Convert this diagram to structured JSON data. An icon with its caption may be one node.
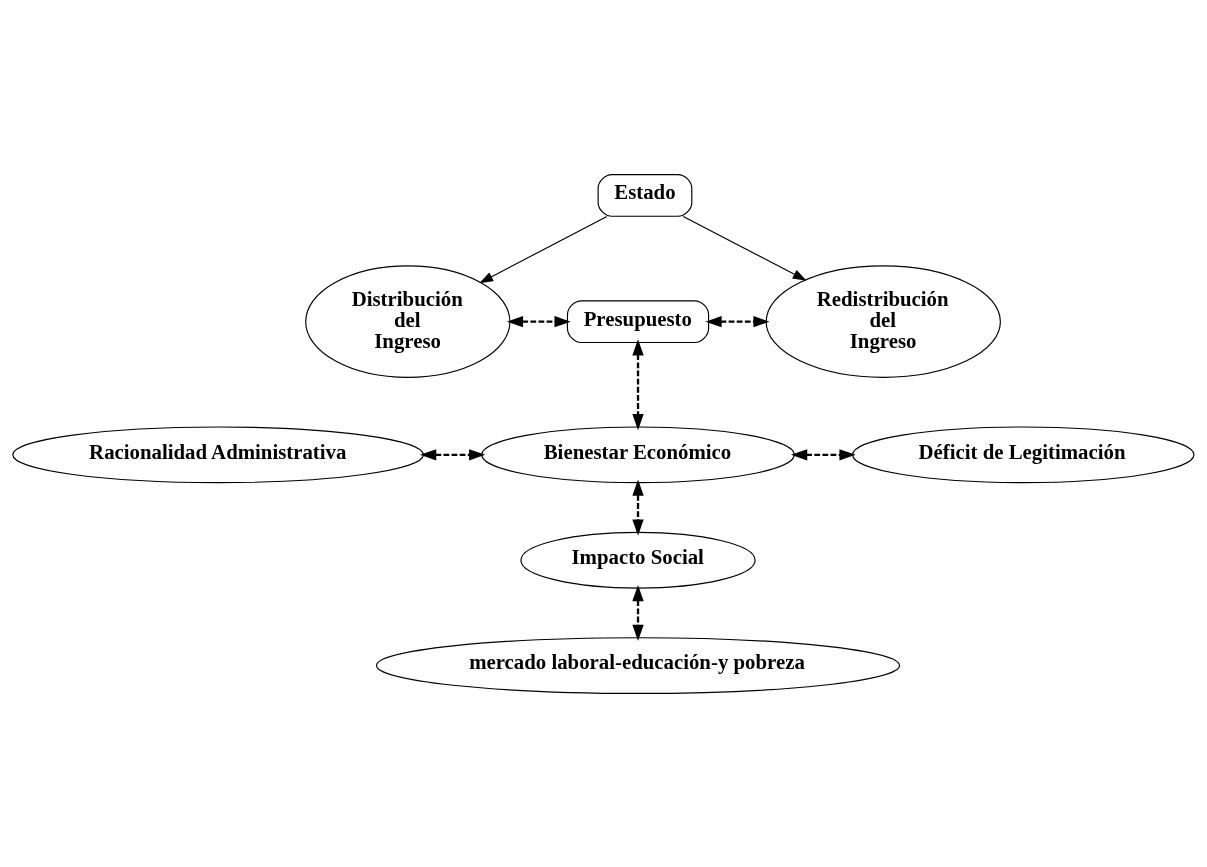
{
  "diagram": {
    "nodes": [
      {
        "text": [
          "Estado"
        ]
      },
      {
        "text": [
          "Distribución del Ingreso"
        ]
      },
      {
        "text": [
          "Presupuesto"
        ]
      },
      {
        "text": [
          "Redistribución del Ingreso"
        ]
      },
      {
        "text": [
          "Racionalidad Administrativa"
        ]
      },
      {
        "text": [
          "Bienestar Económico"
        ]
      },
      {
        "text": [
          "Déficit de Legitimación"
        ]
      },
      {
        "text": [
          "Impacto Social"
        ]
      },
      {
        "text": [
          "mercado laboral-educación-y pobreza"
        ]
      }
    ],
    "edges": [
      {
        "from": 0,
        "to": 1,
        "arrow": "to"
      },
      {
        "from": 0,
        "to": 3,
        "arrow": "to"
      },
      {
        "from": 1,
        "to": 2,
        "arrow": "both",
        "style": "dashed"
      },
      {
        "from": 2,
        "to": 3,
        "arrow": "both",
        "style": "dashed"
      },
      {
        "from": 2,
        "to": 5,
        "arrow": "both",
        "style": "dashed"
      },
      {
        "from": 4,
        "to": 5,
        "arrow": "both",
        "style": "dashed"
      },
      {
        "from": 5,
        "to": 6,
        "arrow": "both",
        "style": "dashed"
      },
      {
        "from": 5,
        "to": 7,
        "arrow": "both",
        "style": "dashed"
      },
      {
        "from": 7,
        "to": 8,
        "arrow": "both",
        "style": "dashed"
      }
    ]
  }
}
